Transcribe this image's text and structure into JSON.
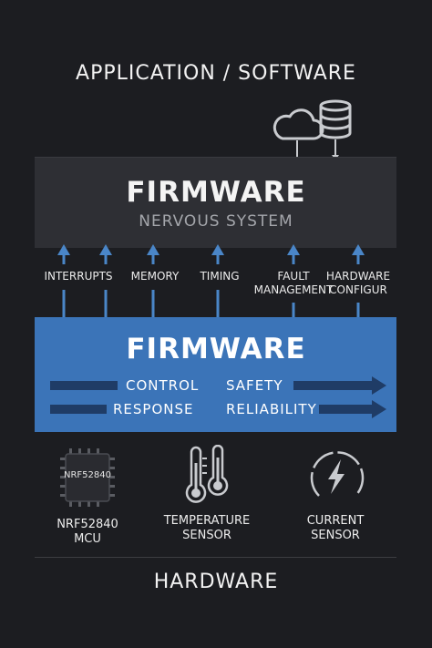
{
  "application_title": "APPLICATION / SOFTWARE",
  "firmware_top": {
    "title": "FIRMWARE",
    "subtitle": "NERVOUS SYSTEM"
  },
  "signals": [
    {
      "line1": "INTERRUPTS",
      "line2": ""
    },
    {
      "line1": "MEMORY",
      "line2": ""
    },
    {
      "line1": "TIMING",
      "line2": ""
    },
    {
      "line1": "FAULT",
      "line2": "MANAGEMENT"
    },
    {
      "line1": "HARDWARE",
      "line2": "CONFIGUR"
    }
  ],
  "firmware_core": {
    "title": "FIRMWARE",
    "labels": {
      "control": "CONTROL",
      "safety": "SAFETY",
      "response": "RESPONSE",
      "reliability": "RELIABILITY"
    }
  },
  "hardware_items": [
    {
      "chip_text": "NRF52840",
      "line1": "NRF52840",
      "line2": "MCU"
    },
    {
      "line1": "TEMPERATURE",
      "line2": "SENSOR"
    },
    {
      "line1": "CURRENT",
      "line2": "SENSOR"
    }
  ],
  "hardware_title": "HARDWARE",
  "colors": {
    "background": "#1c1d21",
    "firmware_band": "#2e2f34",
    "core_blue": "#3b74b8",
    "arrow_blue": "#4a86c8",
    "arrow_dark": "#1f3c66"
  },
  "icons": [
    "cloud-icon",
    "database-icon",
    "chip-icon",
    "thermometer-icon",
    "lightning-gauge-icon"
  ]
}
